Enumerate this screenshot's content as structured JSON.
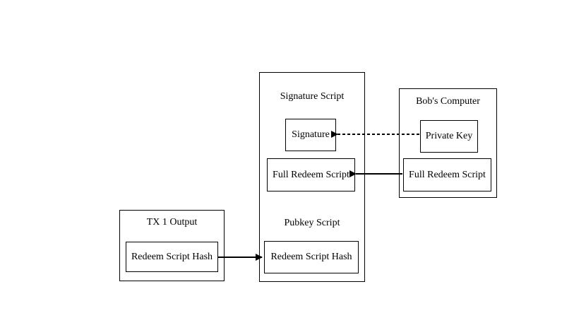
{
  "tx1_output": {
    "title": "TX 1 Output",
    "redeem_script_hash": "Redeem Script Hash"
  },
  "transaction_script": {
    "signature_script_title": "Signature Script",
    "signature": "Signature",
    "full_redeem_script": "Full Redeem Script",
    "pubkey_script_title": "Pubkey Script",
    "redeem_script_hash": "Redeem Script Hash"
  },
  "bobs_computer": {
    "title": "Bob's Computer",
    "private_key": "Private Key",
    "full_redeem_script": "Full Redeem Script"
  },
  "colors": {
    "stroke": "#000000",
    "background": "#ffffff"
  }
}
